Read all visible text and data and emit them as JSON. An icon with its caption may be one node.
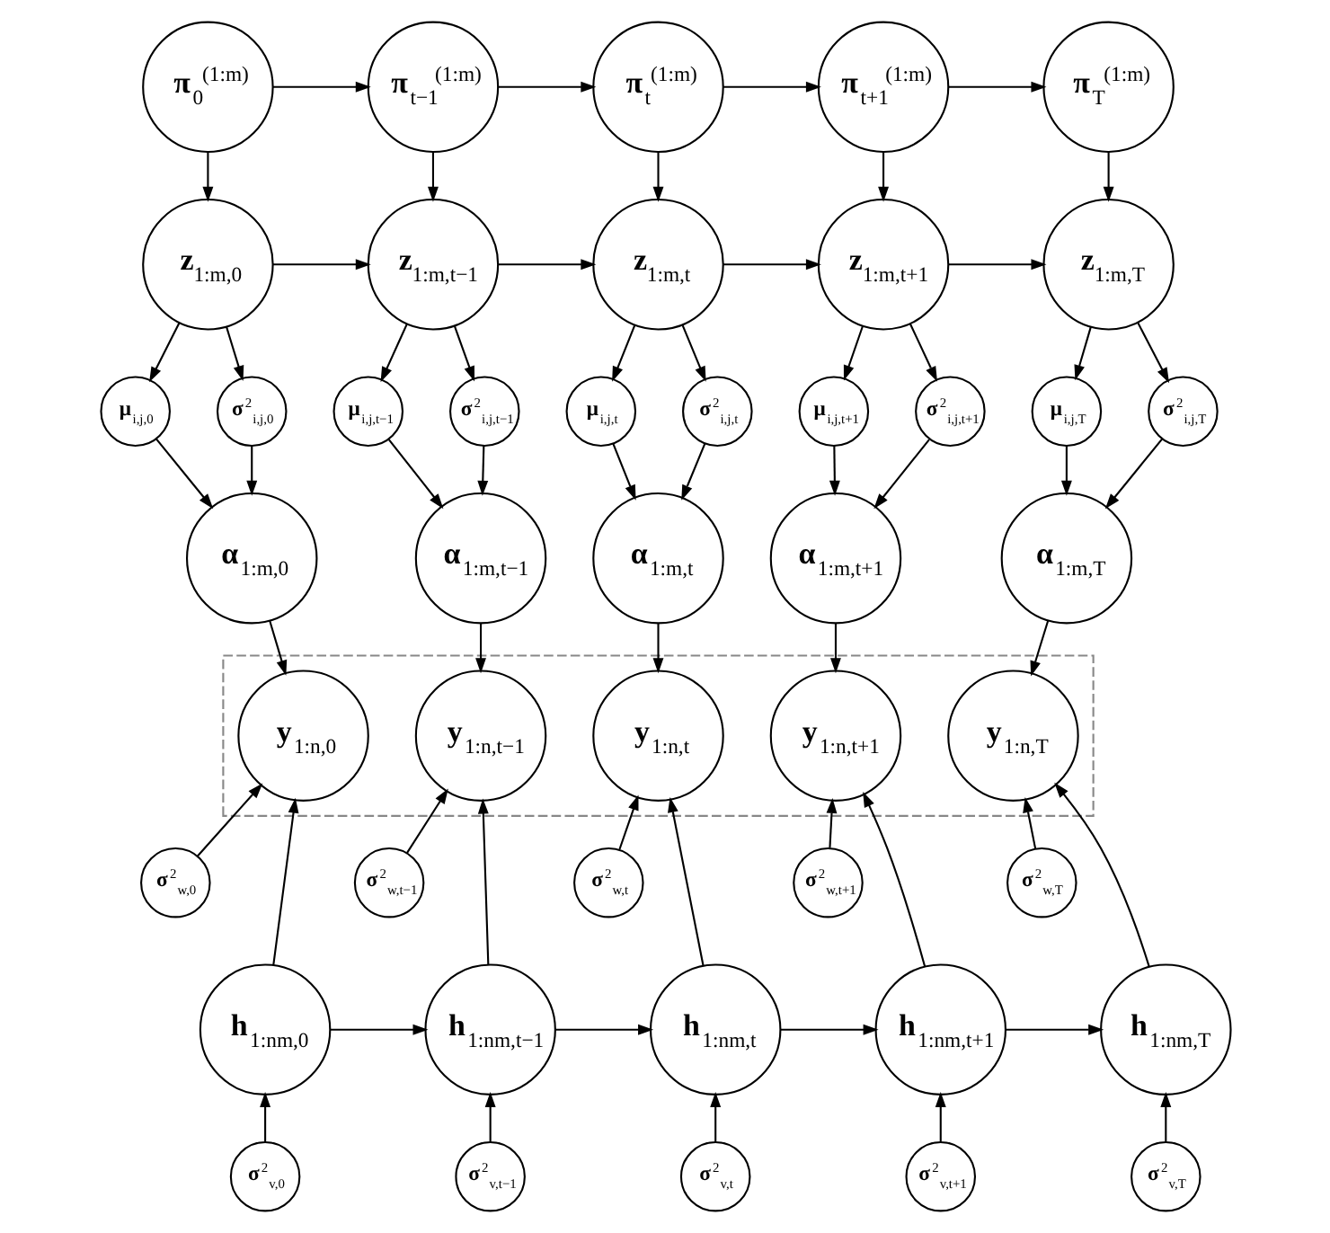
{
  "diagram": {
    "nodes": [
      {
        "text": [
          "π$_{0}$$^{(1:m)}$"
        ]
      },
      {
        "text": [
          "π$_{t−1}$$^{(1:m)}$"
        ]
      },
      {
        "text": [
          "π$_{t}$$^{(1:m)}$"
        ]
      },
      {
        "text": [
          "π$_{t+1}$$^{(1:m)}$"
        ]
      },
      {
        "text": [
          "π$_{T}$$^{(1:m)}$"
        ]
      },
      {
        "text": [
          "z$_{1:m,0}$"
        ]
      },
      {
        "text": [
          "z$_{1:m,t−1}$"
        ]
      },
      {
        "text": [
          "z$_{1:m,t}$"
        ]
      },
      {
        "text": [
          "z$_{1:m,t+1}$"
        ]
      },
      {
        "text": [
          "z$_{1:m,T}$"
        ]
      },
      {
        "text": [
          "μ$_{i,j,0}$"
        ]
      },
      {
        "text": [
          "μ$_{i,j,t−1}$"
        ]
      },
      {
        "text": [
          "μ$_{i,j,t}$"
        ]
      },
      {
        "text": [
          "μ$_{i,j,t+1}$"
        ]
      },
      {
        "text": [
          "μ$_{i,j,T}$"
        ]
      },
      {
        "text": [
          "α$_{1:m,0}$"
        ]
      },
      {
        "text": [
          "α$_{1:m,t−1}$"
        ]
      },
      {
        "text": [
          "α$_{1:m,t}$"
        ]
      },
      {
        "text": [
          "α$_{1:m,t+1}$"
        ]
      },
      {
        "text": [
          "α$_{1:m,T}$"
        ]
      },
      {
        "text": [
          "σ$^{2}$$_{i,j,0}$"
        ]
      },
      {
        "text": [
          "σ$^{2}$$_{i,j,t−1}$"
        ]
      },
      {
        "text": [
          "σ$^{2}$$_{i,j,t}$"
        ]
      },
      {
        "text": [
          "σ$^{2}$$_{i,j,t+1}$"
        ]
      },
      {
        "text": [
          "σ$^{2}$$_{i,j,T}$"
        ]
      },
      {
        "text": [],
        "shape": "box"
      },
      {
        "text": [
          "y$_{1:n,0}$"
        ],
        "in": 25
      },
      {
        "text": [
          "y$_{1:n,t−1}$"
        ],
        "in": 25
      },
      {
        "text": [
          "y$_{1:n,t}$"
        ],
        "in": 25
      },
      {
        "text": [
          "y$_{1:n,t+1}$"
        ],
        "in": 25
      },
      {
        "text": [
          "y$_{1:n,T}$"
        ],
        "in": 25
      },
      {
        "text": [
          "σ$^{2}$$_{w,0}$"
        ]
      },
      {
        "text": [
          "σ$^{2}$$_{w,t−1}$"
        ]
      },
      {
        "text": [
          "σ$^{2}$$_{w,t}$"
        ]
      },
      {
        "text": [
          "σ$^{2}$$_{w,t+1}$"
        ]
      },
      {
        "text": [
          "σ$^{2}$$_{w,T}$"
        ]
      },
      {
        "text": [
          "h$_{1:nm,0}$"
        ]
      },
      {
        "text": [
          "h$_{1:nm,t−1}$"
        ]
      },
      {
        "text": [
          "h$_{1:nm,t}$"
        ]
      },
      {
        "text": [
          "h$_{1:nm,t+1}$"
        ]
      },
      {
        "text": [
          "h$_{1:nm,T}$"
        ]
      },
      {
        "text": [
          "σ$^{2}$$_{v,0}$"
        ]
      },
      {
        "text": [
          "σ$^{2}$$_{v,t−1}$"
        ]
      },
      {
        "text": [
          "σ$^{2}$$_{v,t}$"
        ]
      },
      {
        "text": [
          "σ$^{2}$$_{v,t+1}$"
        ]
      },
      {
        "text": [
          "σ$^{2}$$_{v,T}$"
        ]
      }
    ],
    "edges": [
      {
        "from": 0,
        "to": 1,
        "arrow": "to"
      },
      {
        "from": 1,
        "to": 2,
        "arrow": "to"
      },
      {
        "from": 2,
        "to": 3,
        "arrow": "to"
      },
      {
        "from": 3,
        "to": 4,
        "arrow": "to"
      },
      {
        "from": 0,
        "to": 5,
        "arrow": "to"
      },
      {
        "from": 1,
        "to": 6,
        "arrow": "to"
      },
      {
        "from": 2,
        "to": 7,
        "arrow": "to"
      },
      {
        "from": 3,
        "to": 8,
        "arrow": "to"
      },
      {
        "from": 4,
        "to": 9,
        "arrow": "to"
      },
      {
        "from": 5,
        "to": 6,
        "arrow": "to"
      },
      {
        "from": 6,
        "to": 7,
        "arrow": "to"
      },
      {
        "from": 7,
        "to": 8,
        "arrow": "to"
      },
      {
        "from": 8,
        "to": 9,
        "arrow": "to"
      },
      {
        "from": 5,
        "to": 10,
        "arrow": "to"
      },
      {
        "from": 6,
        "to": 11,
        "arrow": "to"
      },
      {
        "from": 7,
        "to": 12,
        "arrow": "to"
      },
      {
        "from": 8,
        "to": 13,
        "arrow": "to"
      },
      {
        "from": 9,
        "to": 14,
        "arrow": "to"
      },
      {
        "from": 5,
        "to": 20,
        "arrow": "to"
      },
      {
        "from": 6,
        "to": 21,
        "arrow": "to"
      },
      {
        "from": 7,
        "to": 22,
        "arrow": "to"
      },
      {
        "from": 8,
        "to": 23,
        "arrow": "to"
      },
      {
        "from": 9,
        "to": 24,
        "arrow": "to"
      },
      {
        "from": 10,
        "to": 15,
        "arrow": "to"
      },
      {
        "from": 11,
        "to": 16,
        "arrow": "to"
      },
      {
        "from": 12,
        "to": 17,
        "arrow": "to"
      },
      {
        "from": 13,
        "to": 18,
        "arrow": "to"
      },
      {
        "from": 14,
        "to": 19,
        "arrow": "to"
      },
      {
        "from": 20,
        "to": 15,
        "arrow": "to"
      },
      {
        "from": 21,
        "to": 16,
        "arrow": "to"
      },
      {
        "from": 22,
        "to": 17,
        "arrow": "to"
      },
      {
        "from": 23,
        "to": 18,
        "arrow": "to"
      },
      {
        "from": 24,
        "to": 19,
        "arrow": "to"
      },
      {
        "from": 15,
        "to": 26,
        "arrow": "to"
      },
      {
        "from": 16,
        "to": 27,
        "arrow": "to"
      },
      {
        "from": 17,
        "to": 28,
        "arrow": "to"
      },
      {
        "from": 18,
        "to": 29,
        "arrow": "to"
      },
      {
        "from": 19,
        "to": 30,
        "arrow": "to"
      },
      {
        "from": 31,
        "to": 26,
        "arrow": "to"
      },
      {
        "from": 32,
        "to": 27,
        "arrow": "to"
      },
      {
        "from": 33,
        "to": 28,
        "arrow": "to"
      },
      {
        "from": 34,
        "to": 29,
        "arrow": "to"
      },
      {
        "from": 35,
        "to": 30,
        "arrow": "to"
      },
      {
        "from": 36,
        "to": 26,
        "arrow": "to"
      },
      {
        "from": 37,
        "to": 27,
        "arrow": "to"
      },
      {
        "from": 38,
        "to": 28,
        "arrow": "to"
      },
      {
        "from": 39,
        "to": 29,
        "arrow": "to"
      },
      {
        "from": 40,
        "to": 30,
        "arrow": "to"
      },
      {
        "from": 36,
        "to": 37,
        "arrow": "to"
      },
      {
        "from": 37,
        "to": 38,
        "arrow": "to"
      },
      {
        "from": 38,
        "to": 39,
        "arrow": "to"
      },
      {
        "from": 39,
        "to": 40,
        "arrow": "to"
      },
      {
        "from": 41,
        "to": 36,
        "arrow": "to"
      },
      {
        "from": 42,
        "to": 37,
        "arrow": "to"
      },
      {
        "from": 43,
        "to": 38,
        "arrow": "to"
      },
      {
        "from": 44,
        "to": 39,
        "arrow": "to"
      },
      {
        "from": 45,
        "to": 40,
        "arrow": "to"
      }
    ]
  }
}
